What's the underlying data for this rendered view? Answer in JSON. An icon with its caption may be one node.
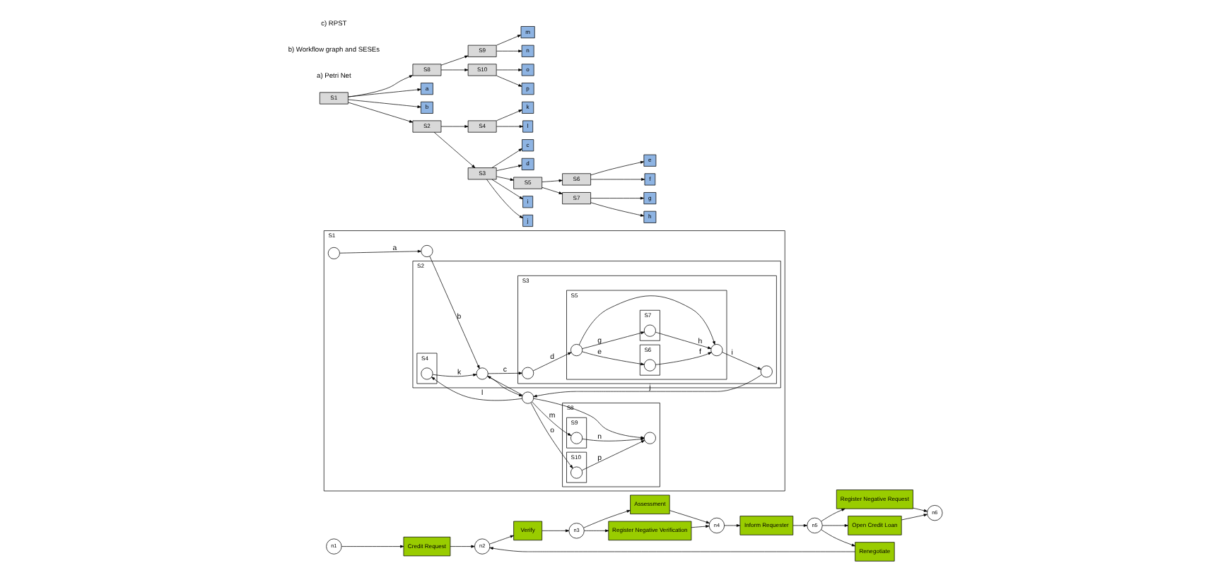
{
  "diagram": {
    "nodes": [
      {
        "text": [
          "n1"
        ]
      },
      {
        "text": [
          "Credit Request"
        ]
      },
      {
        "text": [
          "n2"
        ]
      },
      {
        "text": [
          "Verify"
        ]
      },
      {
        "text": [
          "n3"
        ]
      },
      {
        "text": [
          "Assessment"
        ]
      },
      {
        "text": [
          "Register Negative Verification"
        ]
      },
      {
        "text": [
          "n4"
        ]
      },
      {
        "text": [
          "Inform Requester"
        ]
      },
      {
        "text": [
          "n5"
        ]
      },
      {
        "text": [
          "Register Negative Request"
        ]
      },
      {
        "text": [
          "Open Credit Loan"
        ]
      },
      {
        "text": [
          "n6"
        ]
      },
      {
        "text": [
          "Renegotiate"
        ]
      },
      {
        "text": [
          "S1"
        ]
      },
      {
        "text": [],
        "shape": "circle",
        "in": 14
      },
      {
        "text": [],
        "shape": "circle",
        "in": 14
      },
      {
        "text": [
          "S2"
        ],
        "in": 14
      },
      {
        "text": [
          "S3"
        ],
        "in": 17
      },
      {
        "text": [],
        "shape": "circle",
        "in": 17
      },
      {
        "text": [],
        "shape": "circle",
        "in": 18
      },
      {
        "text": [
          "S5"
        ],
        "in": 18
      },
      {
        "text": [
          "S6"
        ],
        "in": 21
      },
      {
        "text": [
          "S7"
        ],
        "in": 21
      },
      {
        "text": [],
        "shape": "circle",
        "in": 21
      },
      {
        "text": [],
        "shape": "circle",
        "in": 22
      },
      {
        "text": [],
        "shape": "circle",
        "in": 23
      },
      {
        "text": [],
        "shape": "circle",
        "in": 21
      },
      {
        "text": [],
        "shape": "circle",
        "in": 18
      },
      {
        "text": [
          "S4"
        ],
        "in": 17
      },
      {
        "text": [],
        "shape": "circle",
        "in": 29
      },
      {
        "text": [],
        "shape": "circle",
        "in": 14
      },
      {
        "text": [
          "S8"
        ],
        "in": 14
      },
      {
        "text": [
          "S9"
        ],
        "in": 32
      },
      {
        "text": [
          "S10"
        ],
        "in": 32
      },
      {
        "text": [],
        "shape": "circle",
        "in": 33
      },
      {
        "text": [],
        "shape": "circle",
        "in": 34
      },
      {
        "text": [],
        "shape": "circle",
        "in": 32
      },
      {
        "text": [
          "S1"
        ]
      },
      {
        "text": [
          "S8"
        ]
      },
      {
        "text": [
          "a"
        ]
      },
      {
        "text": [
          "b"
        ]
      },
      {
        "text": [
          "S2"
        ]
      },
      {
        "text": [
          "S9"
        ]
      },
      {
        "text": [
          "S10"
        ]
      },
      {
        "text": [
          "S4"
        ]
      },
      {
        "text": [
          "S3"
        ]
      },
      {
        "text": [
          "m"
        ]
      },
      {
        "text": [
          "n"
        ]
      },
      {
        "text": [
          "o"
        ]
      },
      {
        "text": [
          "p"
        ]
      },
      {
        "text": [
          "k"
        ]
      },
      {
        "text": [
          "l"
        ]
      },
      {
        "text": [
          "c"
        ]
      },
      {
        "text": [
          "d"
        ]
      },
      {
        "text": [
          "S5"
        ]
      },
      {
        "text": [
          "i"
        ]
      },
      {
        "text": [
          "j"
        ]
      },
      {
        "text": [
          "S6"
        ]
      },
      {
        "text": [
          "S7"
        ]
      },
      {
        "text": [
          "e"
        ]
      },
      {
        "text": [
          "f"
        ]
      },
      {
        "text": [
          "g"
        ]
      },
      {
        "text": [
          "h"
        ]
      }
    ],
    "edges": [
      {
        "from": 0,
        "to": 1,
        "arrow": "to"
      },
      {
        "from": 1,
        "to": 2,
        "arrow": "to"
      },
      {
        "from": 2,
        "to": 3,
        "arrow": "to"
      },
      {
        "from": 3,
        "to": 4,
        "arrow": "to"
      },
      {
        "from": 4,
        "to": 5,
        "arrow": "to"
      },
      {
        "from": 4,
        "to": 6,
        "arrow": "to"
      },
      {
        "from": 5,
        "to": 7,
        "arrow": "to"
      },
      {
        "from": 6,
        "to": 7,
        "arrow": "to"
      },
      {
        "from": 7,
        "to": 8,
        "arrow": "to"
      },
      {
        "from": 8,
        "to": 9,
        "arrow": "to"
      },
      {
        "from": 9,
        "to": 10,
        "arrow": "to"
      },
      {
        "from": 9,
        "to": 11,
        "arrow": "to"
      },
      {
        "from": 10,
        "to": 12,
        "arrow": "to"
      },
      {
        "from": 11,
        "to": 12,
        "arrow": "to"
      },
      {
        "from": 9,
        "to": 13,
        "arrow": "to"
      },
      {
        "from": 13,
        "to": 2,
        "arrow": "to"
      },
      {
        "from": 15,
        "to": 16,
        "arrow": "to",
        "label": "a"
      },
      {
        "from": 16,
        "to": 19,
        "arrow": "to",
        "label": "b"
      },
      {
        "from": 19,
        "to": 20,
        "arrow": "to",
        "label": "c"
      },
      {
        "from": 20,
        "to": 24,
        "arrow": "to",
        "label": "d"
      },
      {
        "from": 24,
        "to": 25,
        "arrow": "to",
        "label": "e"
      },
      {
        "from": 25,
        "to": 27,
        "arrow": "to",
        "label": "f"
      },
      {
        "from": 24,
        "to": 26,
        "arrow": "to",
        "label": "g"
      },
      {
        "from": 26,
        "to": 27,
        "arrow": "to",
        "label": "h"
      },
      {
        "from": 24,
        "to": 27,
        "arrow": "to"
      },
      {
        "from": 27,
        "to": 28,
        "arrow": "to",
        "label": "i"
      },
      {
        "from": 28,
        "to": 31,
        "arrow": "to",
        "label": "j"
      },
      {
        "from": 19,
        "to": 31,
        "arrow": "to"
      },
      {
        "from": 31,
        "to": 19,
        "arrow": "to"
      },
      {
        "from": 30,
        "to": 19,
        "arrow": "to",
        "label": "k"
      },
      {
        "from": 31,
        "to": 30,
        "arrow": "to",
        "label": "l"
      },
      {
        "from": 31,
        "to": 35,
        "arrow": "to",
        "label": "m"
      },
      {
        "from": 35,
        "to": 37,
        "arrow": "to",
        "label": "n"
      },
      {
        "from": 31,
        "to": 36,
        "arrow": "to",
        "label": "o"
      },
      {
        "from": 36,
        "to": 37,
        "arrow": "to",
        "label": "p"
      },
      {
        "from": 31,
        "to": 37,
        "arrow": "to"
      },
      {
        "from": 38,
        "to": 39,
        "arrow": "to"
      },
      {
        "from": 38,
        "to": 40,
        "arrow": "to"
      },
      {
        "from": 38,
        "to": 41,
        "arrow": "to"
      },
      {
        "from": 38,
        "to": 42,
        "arrow": "to"
      },
      {
        "from": 39,
        "to": 43,
        "arrow": "to"
      },
      {
        "from": 39,
        "to": 44,
        "arrow": "to"
      },
      {
        "from": 42,
        "to": 45,
        "arrow": "to"
      },
      {
        "from": 42,
        "to": 46,
        "arrow": "to"
      },
      {
        "from": 43,
        "to": 47,
        "arrow": "to"
      },
      {
        "from": 43,
        "to": 48,
        "arrow": "to"
      },
      {
        "from": 44,
        "to": 49,
        "arrow": "to"
      },
      {
        "from": 44,
        "to": 50,
        "arrow": "to"
      },
      {
        "from": 45,
        "to": 51,
        "arrow": "to"
      },
      {
        "from": 45,
        "to": 52,
        "arrow": "to"
      },
      {
        "from": 46,
        "to": 53,
        "arrow": "to"
      },
      {
        "from": 46,
        "to": 54,
        "arrow": "to"
      },
      {
        "from": 46,
        "to": 55,
        "arrow": "to"
      },
      {
        "from": 46,
        "to": 56,
        "arrow": "to"
      },
      {
        "from": 46,
        "to": 57,
        "arrow": "to"
      },
      {
        "from": 55,
        "to": 58,
        "arrow": "to"
      },
      {
        "from": 55,
        "to": 59,
        "arrow": "to"
      },
      {
        "from": 58,
        "to": 60,
        "arrow": "to"
      },
      {
        "from": 58,
        "to": 61,
        "arrow": "to"
      },
      {
        "from": 59,
        "to": 62,
        "arrow": "to"
      },
      {
        "from": 59,
        "to": 63,
        "arrow": "to"
      }
    ],
    "labels": [
      "a) Petri Net",
      "b) Workflow graph and SESEs",
      "c) RPST"
    ]
  }
}
